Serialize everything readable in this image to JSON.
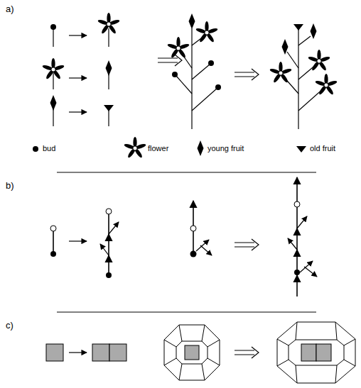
{
  "diagram": {
    "labels": [
      "a)",
      "b)",
      "c)"
    ],
    "legend": [
      {
        "text": "bud"
      },
      {
        "text": "flower"
      },
      {
        "text": "young fruit"
      },
      {
        "text": "old fruit"
      }
    ]
  }
}
